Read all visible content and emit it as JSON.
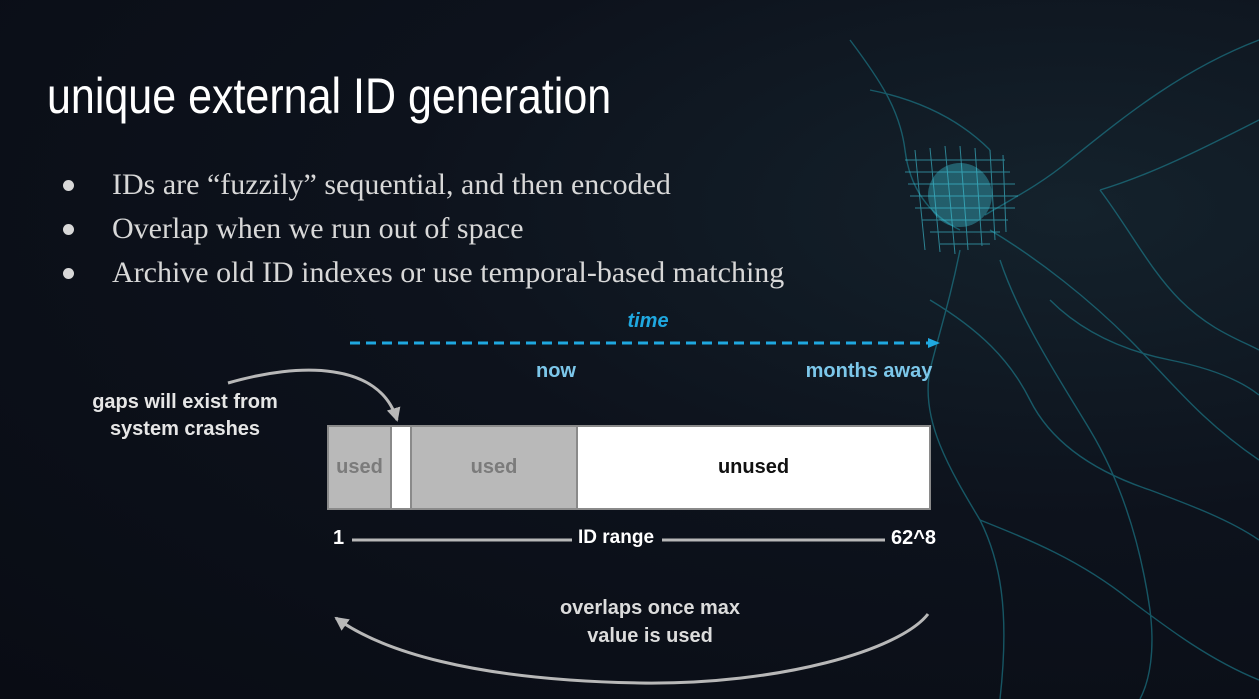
{
  "slide": {
    "title": "unique external ID generation",
    "bullets": [
      {
        "text": "IDs are “fuzzily” sequential, and then encoded"
      },
      {
        "text": "Overlap when we run out of space"
      },
      {
        "text": "Archive old ID indexes or use temporal-based matching"
      }
    ]
  },
  "diagram": {
    "time_label": "time",
    "now_label": "now",
    "months_label": "months away",
    "gaps_note": "gaps will exist from system crashes",
    "segments": {
      "used_first": "used",
      "used_second": "used",
      "unused": "unused"
    },
    "range": {
      "start": "1",
      "label": "ID range",
      "end": "62^8"
    },
    "overlap_note": "overlaps once max value is used"
  },
  "colors": {
    "background": "#0b0e16",
    "title": "#ffffff",
    "bullet_text": "#d8d8d8",
    "time_arrow": "#1fa8e0",
    "time_labels": "#7cc7ea",
    "used_segment": "#b9b9b9",
    "unused_segment": "#ffffff",
    "map_lines": "#1f8fa0"
  }
}
